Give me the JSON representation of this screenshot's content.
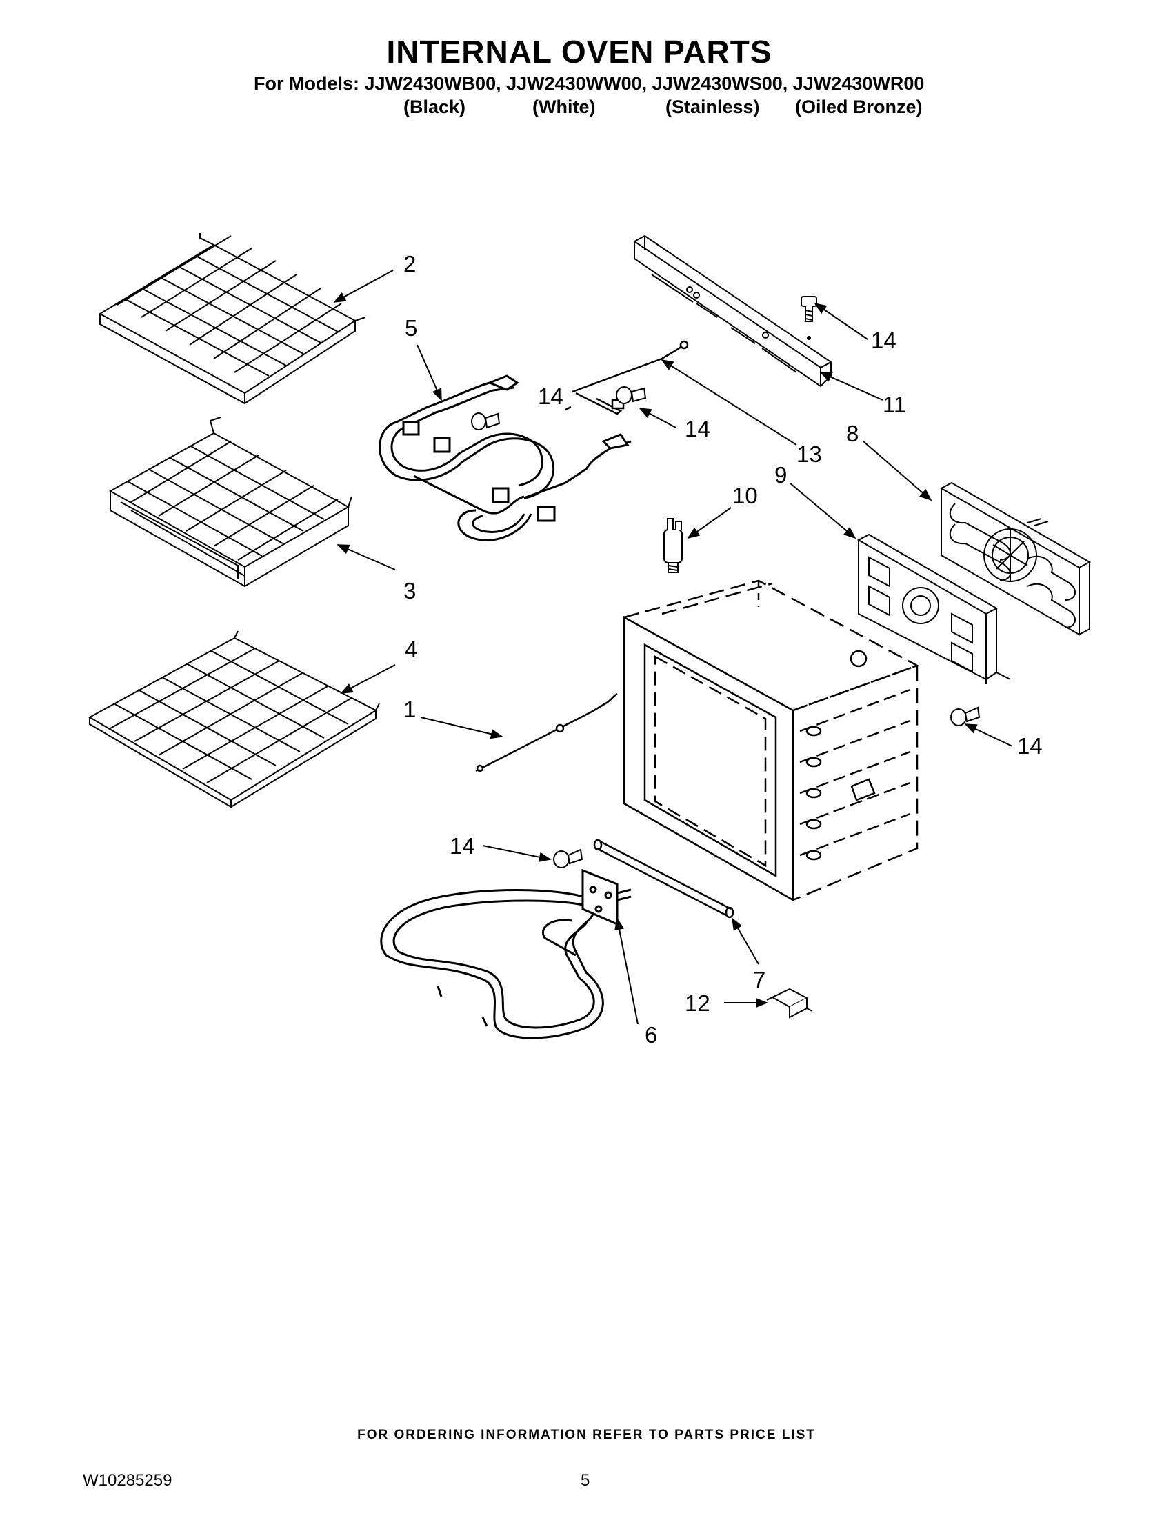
{
  "header": {
    "title": "INTERNAL OVEN PARTS",
    "models_line": "For Models: JJW2430WB00, JJW2430WW00, JJW2430WS00, JJW2430WR00",
    "finishes": [
      "(Black)",
      "(White)",
      "(Stainless)",
      "(Oiled Bronze)"
    ]
  },
  "callouts": {
    "c1": "1",
    "c2": "2",
    "c3": "3",
    "c4": "4",
    "c5": "5",
    "c6": "6",
    "c7": "7",
    "c8": "8",
    "c9": "9",
    "c10": "10",
    "c11": "11",
    "c12": "12",
    "c13": "13",
    "c14a": "14",
    "c14b": "14",
    "c14c": "14",
    "c14d": "14",
    "c14e": "14"
  },
  "footer": {
    "ordering_note": "FOR ORDERING INFORMATION REFER TO PARTS PRICE LIST",
    "doc_number": "W10285259",
    "page_number": "5"
  }
}
